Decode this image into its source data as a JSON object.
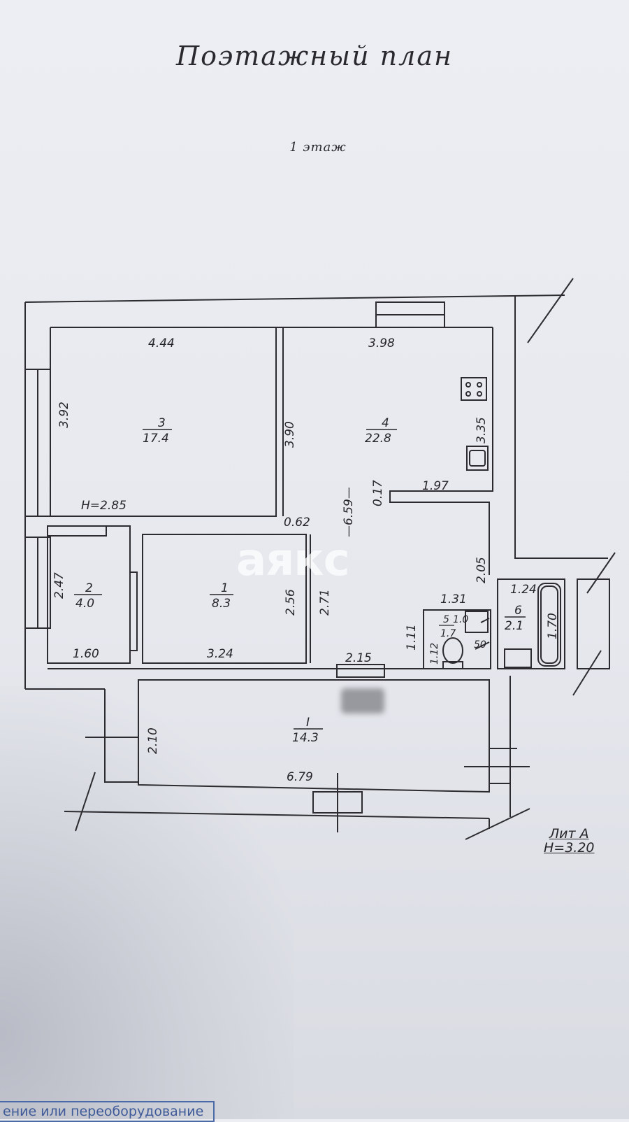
{
  "title": "Поэтажный план",
  "floor": "1 этаж",
  "rooms": {
    "r1": {
      "num": "1",
      "area": "8.3"
    },
    "r2": {
      "num": "2",
      "area": "4.0"
    },
    "r3": {
      "num": "3",
      "area": "17.4"
    },
    "r4": {
      "num": "4",
      "area": "22.8"
    },
    "r5": {
      "num": "5",
      "area": "1.7"
    },
    "r6": {
      "num": "6",
      "area": "2.1"
    },
    "rI": {
      "num": "I",
      "area": "14.3"
    }
  },
  "dimensions": {
    "r3_top": "4.44",
    "r3_left": "3.92",
    "r3_right": "3.90",
    "r3_height": "H=2.85",
    "r4_top": "3.98",
    "r4_right": "3.35",
    "r4_len": "—6.59—",
    "r4_step": "0.17",
    "r4_mid": "1.97",
    "gap": "0.62",
    "r2_left": "2.47",
    "r2_bottom": "1.60",
    "r1_right": "2.56",
    "r1_bottom": "3.24",
    "corr_left": "2.71",
    "corr_bottom": "2.15",
    "corr_right": "2.05",
    "bath_w": "1.31",
    "bath6_w": "1.24",
    "bath6_h": "1.70",
    "wc_h": "1.11",
    "wc_small": "1.12",
    "wc_a": "1.0",
    "wc_b": "50",
    "rI_left": "2.10",
    "rI_bottom": "6.79"
  },
  "lit": {
    "line1": "Лит А",
    "line2": "H=3.20"
  },
  "watermark": "аякс",
  "stamp": "ение или переоборудование"
}
